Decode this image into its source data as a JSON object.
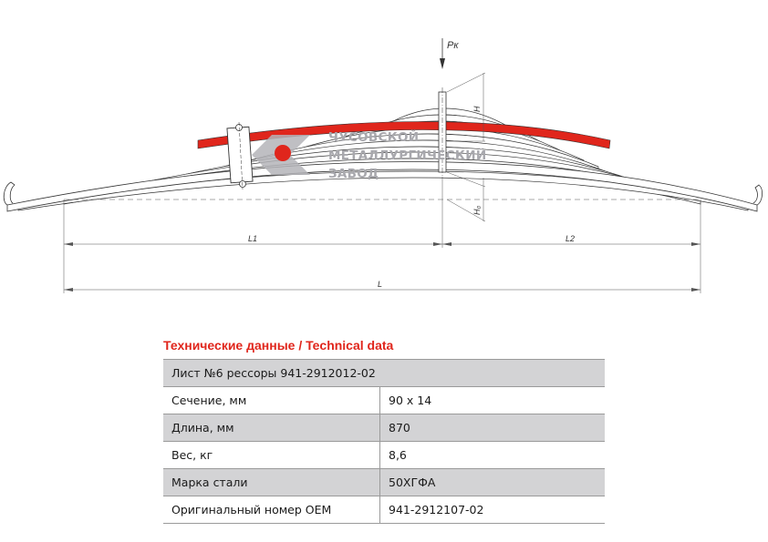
{
  "drawing": {
    "load_label": "Pк",
    "dim_h": "H",
    "dim_h0": "H₀",
    "dim_l1": "L1",
    "dim_l2": "L2",
    "dim_l": "L",
    "highlight_color": "#e0261c"
  },
  "logo": {
    "line1": "ЧУСОВСКОЙ",
    "line2": "МЕТАЛЛУРГИЧЕСКИЙ",
    "line3": "ЗАВОД"
  },
  "tech": {
    "title": "Технические данные / Technical data",
    "header": "Лист №6 рессоры 941-2912012-02",
    "rows": [
      {
        "label": "Сечение, мм",
        "value": "90 x 14"
      },
      {
        "label": "Длина, мм",
        "value": "870"
      },
      {
        "label": "Вес, кг",
        "value": "8,6"
      },
      {
        "label": "Марка стали",
        "value": "50ХГФА"
      },
      {
        "label": "Оригинальный номер OEM",
        "value": "941-2912107-02"
      }
    ]
  }
}
